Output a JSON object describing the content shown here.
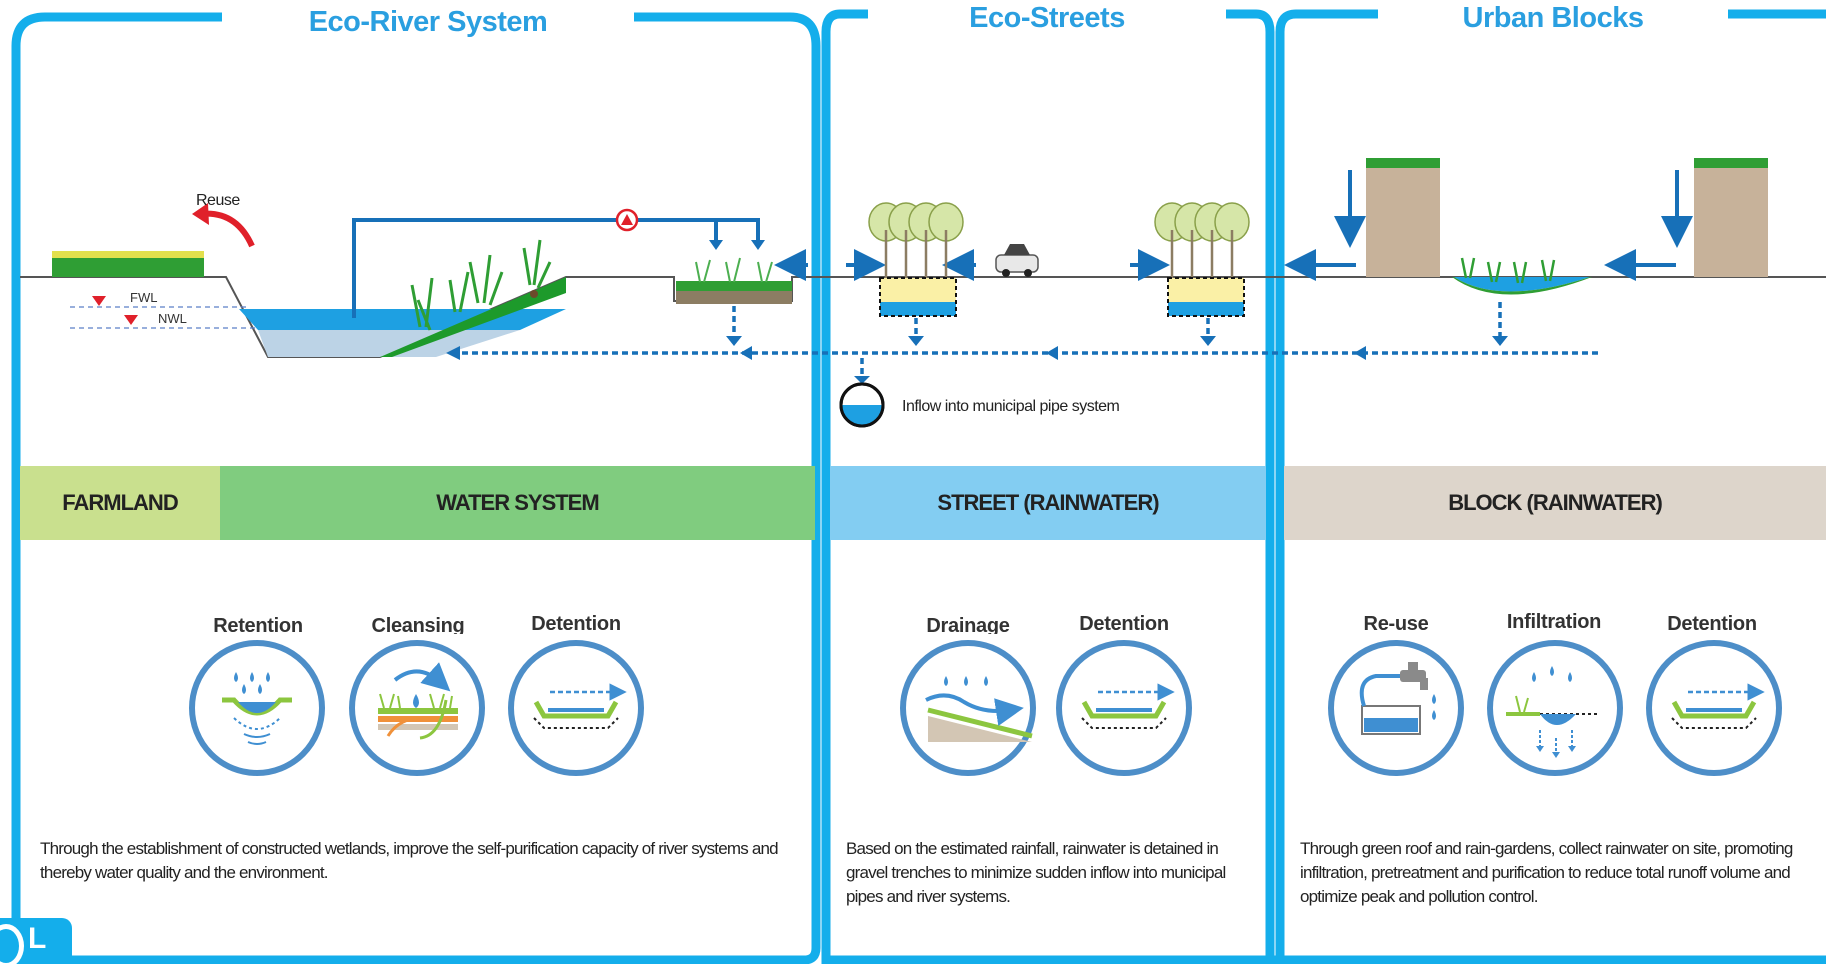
{
  "panels": {
    "river": {
      "title": "Eco-River System"
    },
    "streets": {
      "title": "Eco-Streets"
    },
    "blocks": {
      "title": "Urban Blocks"
    }
  },
  "diagram": {
    "reuse_label": "Reuse",
    "fwl_label": "FWL",
    "nwl_label": "NWL",
    "pipe_label": "Inflow into municipal pipe system"
  },
  "bands": {
    "farmland": "FARMLAND",
    "water_system": "WATER SYSTEM",
    "street": "STREET (RAINWATER)",
    "block": "BLOCK (RAINWATER)"
  },
  "functions": {
    "retention": "Retention",
    "cleansing": "Cleansing",
    "detention_river": "Detention",
    "drainage": "Drainage",
    "detention_street": "Detention",
    "reuse": "Re-use",
    "infiltration": "Infiltration",
    "detention_block": "Detention"
  },
  "descriptions": {
    "river": "Through the establishment of constructed wetlands, improve the self-purification capacity of river systems and thereby water quality and the environment.",
    "streets": "Based on the estimated rainfall, rainwater is detained in gravel trenches to minimize sudden inflow into municipal pipes and river systems.",
    "blocks": "Through green roof and rain-gardens, collect rainwater on site, promoting infiltration, pretreatment and purification to reduce total runoff volume and optimize peak and pollution control."
  },
  "corner_badge": "L",
  "colors": {
    "frame_blue": "#14aeeb",
    "title_blue": "#2a9fe0",
    "arrow_blue": "#1770b8",
    "water_blue": "#1ea0e2",
    "grass_green": "#2f9e34",
    "farmland_band": "#c9e08e",
    "water_band": "#80cc7f",
    "street_band": "#83cdf2",
    "block_band": "#ddd5cb",
    "icon_ring": "#4d8ec8",
    "tan": "#c7b29a"
  },
  "icons": [
    "reuse-arrow-icon",
    "pump-icon",
    "car-icon",
    "tree-icon",
    "pipe-icon",
    "retention-icon",
    "cleansing-icon",
    "detention-icon",
    "drainage-icon",
    "reuse-tap-icon",
    "infiltration-icon"
  ]
}
